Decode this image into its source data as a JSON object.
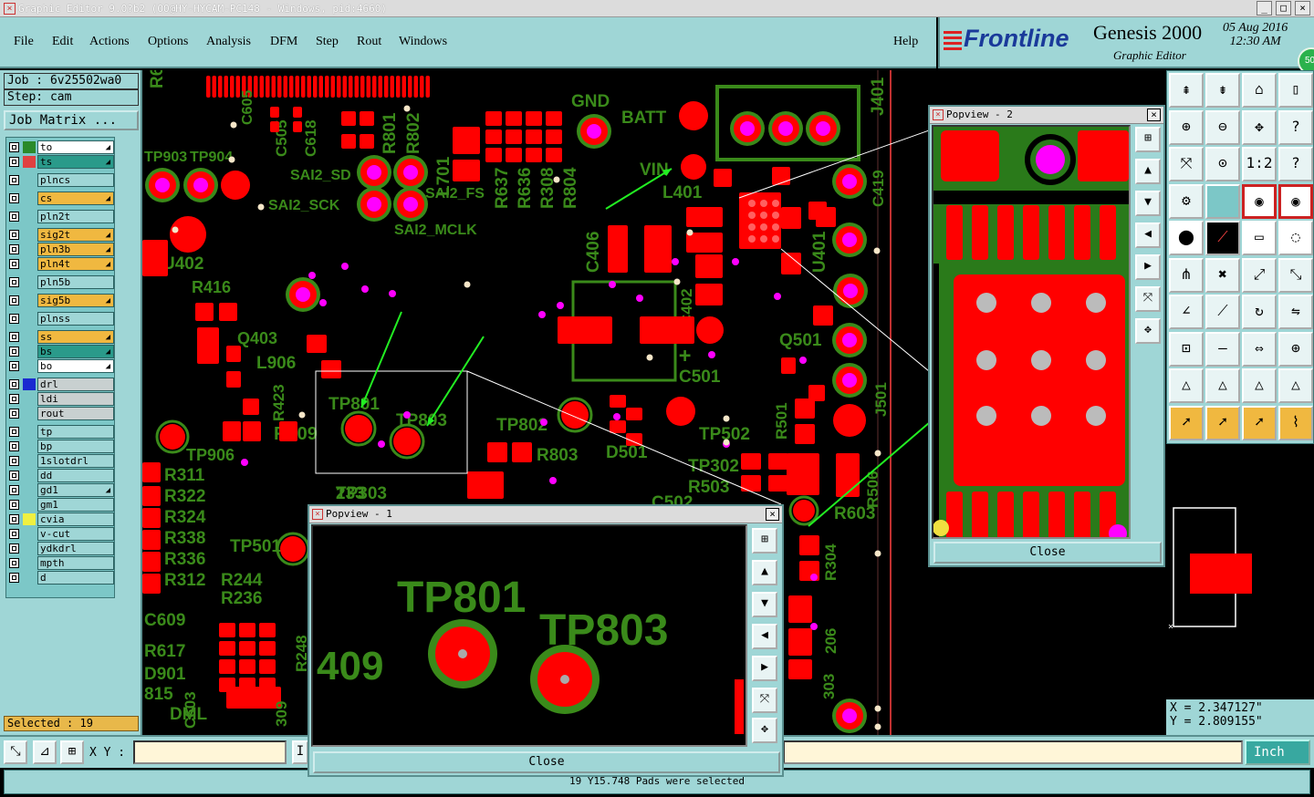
{
  "window": {
    "title": "Graphic Editor 9.0?b2 (OO@HY-HYCAM-PC148 - Windows, pid:4660)"
  },
  "menu": {
    "items": [
      "File",
      "Edit",
      "Actions",
      "Options",
      "Analysis",
      "DFM",
      "Step",
      "Rout",
      "Windows"
    ],
    "help": "Help"
  },
  "brand": {
    "logo": "Frontline",
    "product": "Genesis 2000",
    "subtitle": "Graphic Editor",
    "date": "05 Aug 2016",
    "time": "12:30 AM"
  },
  "badge": "50",
  "job": {
    "job_label": "Job : 6v25502wa0",
    "step_label": "Step: cam",
    "matrix_button": "Job Matrix ..."
  },
  "layers": [
    {
      "name": "to",
      "color": "#ffffff",
      "swatch": "#2a8a2a"
    },
    {
      "name": "ts",
      "color": "#2a9a8a",
      "swatch": "#e04040"
    },
    {
      "name": "plncs",
      "color": "#9fd6d6",
      "swatch": ""
    },
    {
      "name": "cs",
      "color": "#f0b840",
      "swatch": ""
    },
    {
      "name": "pln2t",
      "color": "#9fd6d6",
      "swatch": ""
    },
    {
      "name": "sig2t",
      "color": "#f0b840",
      "swatch": ""
    },
    {
      "name": "pln3b",
      "color": "#f0b840",
      "swatch": ""
    },
    {
      "name": "pln4t",
      "color": "#f0b840",
      "swatch": ""
    },
    {
      "name": "pln5b",
      "color": "#9fd6d6",
      "swatch": ""
    },
    {
      "name": "sig5b",
      "color": "#f0b840",
      "swatch": ""
    },
    {
      "name": "plnss",
      "color": "#9fd6d6",
      "swatch": ""
    },
    {
      "name": "ss",
      "color": "#f0b840",
      "swatch": ""
    },
    {
      "name": "bs",
      "color": "#2a9a8a",
      "swatch": ""
    },
    {
      "name": "bo",
      "color": "#ffffff",
      "swatch": ""
    },
    {
      "name": "drl",
      "color": "#c8d0d0",
      "swatch": "#1a2ad0"
    },
    {
      "name": "ldi",
      "color": "#c8d0d0",
      "swatch": ""
    },
    {
      "name": "rout",
      "color": "#c8d0d0",
      "swatch": ""
    },
    {
      "name": "tp",
      "color": "#9fd6d6",
      "swatch": ""
    },
    {
      "name": "bp",
      "color": "#9fd6d6",
      "swatch": ""
    },
    {
      "name": "1slotdrl",
      "color": "#9fd6d6",
      "swatch": ""
    },
    {
      "name": "dd",
      "color": "#9fd6d6",
      "swatch": ""
    },
    {
      "name": "gd1",
      "color": "#9fd6d6",
      "swatch": ""
    },
    {
      "name": "gm1",
      "color": "#9fd6d6",
      "swatch": ""
    },
    {
      "name": "cvia",
      "color": "#9fd6d6",
      "swatch": "#f0f040"
    },
    {
      "name": "v-cut",
      "color": "#9fd6d6",
      "swatch": ""
    },
    {
      "name": "ydkdrl",
      "color": "#9fd6d6",
      "swatch": ""
    },
    {
      "name": "mpth",
      "color": "#9fd6d6",
      "swatch": ""
    },
    {
      "name": "d",
      "color": "#9fd6d6",
      "swatch": ""
    }
  ],
  "selected": "Selected : 19",
  "canvas_labels": [
    "R6",
    "C505",
    "C618",
    "R801",
    "R802",
    "GND",
    "BATT",
    "J401",
    "TP903",
    "TP904",
    "SAI2_SD",
    "SAI2_SCK",
    "SAI2_FS",
    "SAI2_MCLK",
    "L701",
    "R637",
    "R636",
    "R308",
    "R804",
    "VIN",
    "L401",
    "C419",
    "L906",
    "R423",
    "U402",
    "R416",
    "Q403",
    "C406",
    "C402",
    "U401",
    "TP801",
    "TP803",
    "TP802",
    "R803",
    "C501",
    "Q501",
    "TP906",
    "R409",
    "D501",
    "TP502",
    "R501",
    "J501",
    "R311",
    "R322",
    "R324",
    "R338",
    "R336",
    "R312",
    "TP303",
    "TP302",
    "R503",
    "R506",
    "C502",
    "R603",
    "TP501",
    "R244",
    "R236",
    "R248",
    "C603",
    "C609",
    "R617",
    "D901",
    "815",
    "DML",
    "309",
    "233",
    "R304",
    "206",
    "303"
  ],
  "popview1": {
    "title": "Popview - 1",
    "close": "Close",
    "labels": [
      "TP801",
      "TP803",
      "409"
    ]
  },
  "popview2": {
    "title": "Popview - 2",
    "close": "Close"
  },
  "coords": {
    "x": "X = 2.347127\"",
    "y": "Y = 2.809155\""
  },
  "bottom": {
    "xy_label": "X Y :",
    "xy_value": "",
    "unit": "Inch"
  },
  "status": "19 Y15.748 Pads were selected",
  "colors": {
    "panel": "#9fd6d6",
    "copper": "#ff0000",
    "silk": "#3a8a1a",
    "magenta": "#ff00ff",
    "arrow": "#22ee22"
  },
  "icons": [
    "layer-up-icon",
    "layer-down-icon",
    "home-icon",
    "panel-icon",
    "zoom-in-icon",
    "zoom-out-icon",
    "pan-icon",
    "info-icon",
    "fit-icon",
    "center-icon",
    "one-to-one-icon",
    "help-icon",
    "measure-icon",
    "grid-icon",
    "snap-icon",
    "snap-red-icon",
    "add-pad-icon",
    "add-line-icon",
    "ruler-icon",
    "circle-icon",
    "net-icon",
    "delete-icon",
    "move-icon",
    "copy-icon",
    "angle-icon",
    "slope-icon",
    "rotate-icon",
    "mirror-icon",
    "feature-icon",
    "line-icon",
    "distance-icon",
    "join-icon",
    "triangle-icon",
    "arc-icon",
    "poly-icon",
    "shape-icon",
    "pointer-icon",
    "select-icon",
    "select-alt-icon",
    "route-icon"
  ]
}
